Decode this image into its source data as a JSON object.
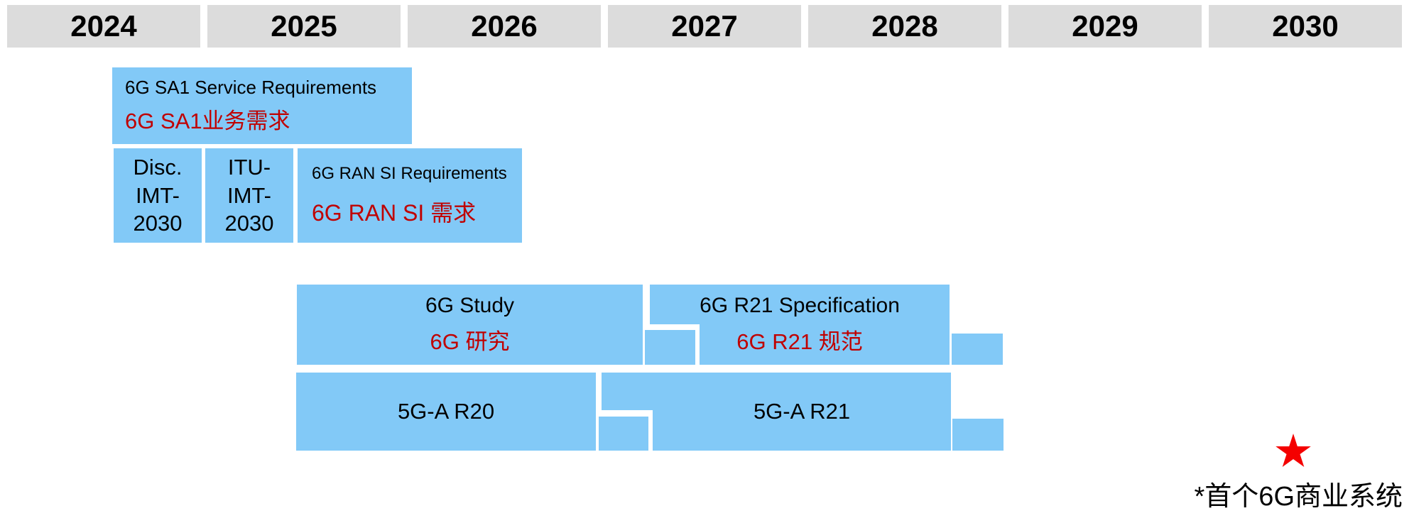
{
  "colors": {
    "box_blue": "#82C9F7",
    "header_gray": "#DCDCDC",
    "text_red": "#C00000",
    "star_red": "#F40000",
    "text_black": "#000000"
  },
  "header": {
    "years": [
      "2024",
      "2025",
      "2026",
      "2027",
      "2028",
      "2029",
      "2030"
    ]
  },
  "boxes": {
    "sa1": {
      "en": "6G SA1 Service Requirements",
      "zh": "6G SA1业务需求"
    },
    "disc_imt": {
      "label": "Disc.\nIMT-\n2030"
    },
    "itu_imt": {
      "label": "ITU-\nIMT-\n2030"
    },
    "ran_si": {
      "en": "6G RAN SI Requirements",
      "zh": "6G RAN SI 需求"
    },
    "study_6g": {
      "en": "6G Study",
      "zh": "6G 研究"
    },
    "spec_r21_6g": {
      "en": "6G R21 Specification",
      "zh": "6G R21 规范"
    },
    "r20_5ga": {
      "label": "5G-A R20"
    },
    "r21_5ga": {
      "label": "5G-A R21"
    }
  },
  "footnote": {
    "text": "*首个6G商业系统"
  }
}
